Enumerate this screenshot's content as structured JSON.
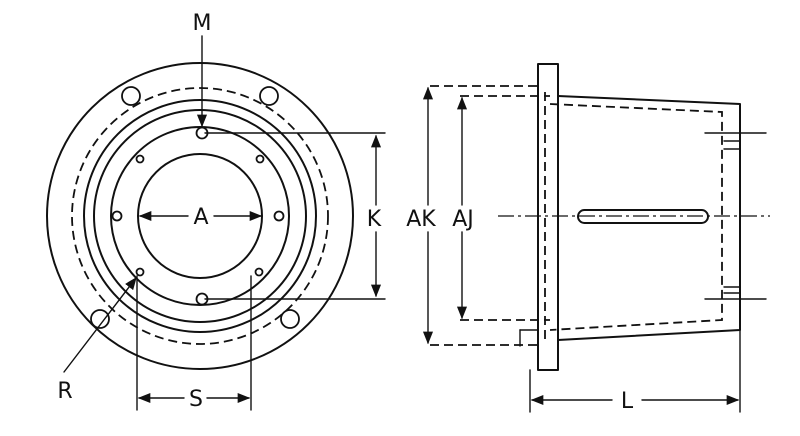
{
  "labels": {
    "m": "M",
    "a": "A",
    "k": "K",
    "ak": "AK",
    "aj": "AJ",
    "r": "R",
    "s": "S",
    "l": "L"
  }
}
